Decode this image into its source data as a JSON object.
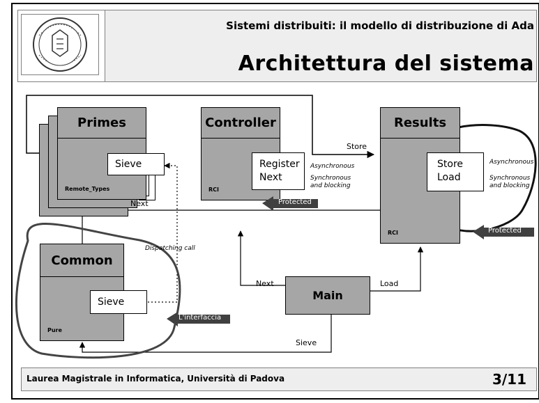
{
  "header": {
    "subtitle": "Sistemi distribuiti: il modello di distribuzione di Ada",
    "title": "Architettura del sistema"
  },
  "footer": {
    "course": "Laurea Magistrale in Informatica, Università di Padova",
    "page": "3/11"
  },
  "diagram": {
    "primes": {
      "title": "Primes",
      "inner": "Sieve",
      "tag": "Remote_Types"
    },
    "controller": {
      "title": "Controller",
      "inner_line1": "Register",
      "inner_line2": "Next",
      "tag": "RCI",
      "badge": "Protected"
    },
    "results": {
      "title": "Results",
      "inner_line1": "Store",
      "inner_line2": "Load",
      "tag": "RCI",
      "badge": "Protected"
    },
    "common": {
      "title": "Common",
      "inner": "Sieve",
      "tag": "Pure",
      "badge": "L'interfaccia"
    },
    "main": {
      "title": "Main"
    },
    "edges": {
      "store": "Store",
      "next_top": "Next",
      "dispatching": "Dispatching call",
      "next_main": "Next",
      "load": "Load",
      "sieve": "Sieve"
    },
    "notes": {
      "ctrl_async": "Asynchronous",
      "ctrl_sync_1": "Synchronous",
      "ctrl_sync_2": "and blocking",
      "res_async": "Asynchronous",
      "res_sync_1": "Synchronous",
      "res_sync_2": "and blocking"
    }
  }
}
